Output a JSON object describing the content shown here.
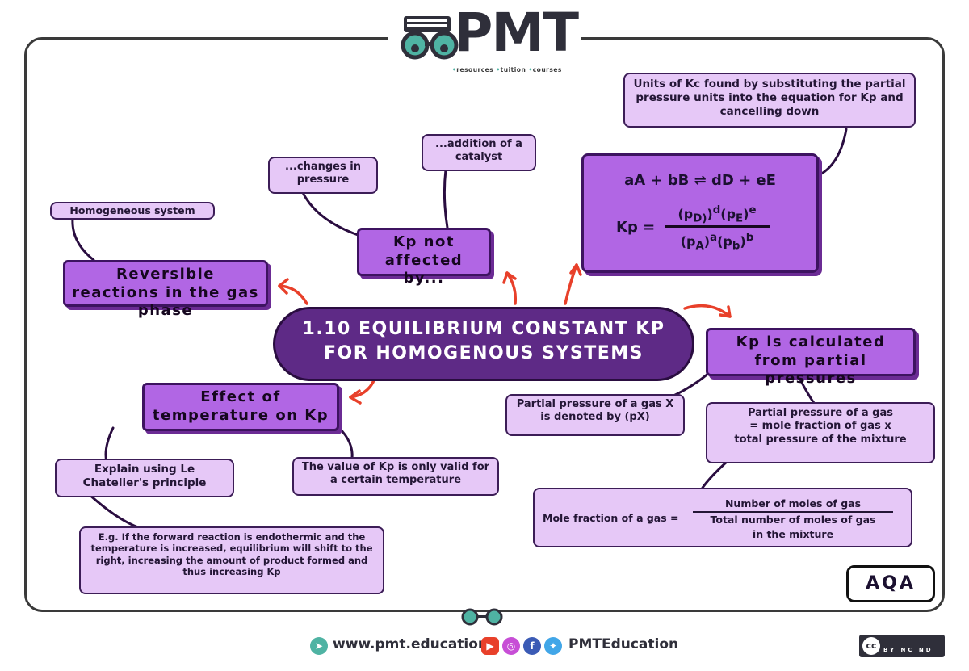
{
  "logo": {
    "text": "PMT",
    "tag_parts": [
      "resources",
      "tuition",
      "courses"
    ]
  },
  "center": {
    "line1": "1.10 EQUILIBRIUM CONSTANT KP",
    "line2": "FOR HOMOGENOUS SYSTEMS"
  },
  "reversible": {
    "title": "Reversible reactions in the gas phase",
    "note": "Homogeneous system"
  },
  "not_affected": {
    "title": "Kp not affected by...",
    "item1": "...changes in pressure",
    "item2": "...addition of a catalyst"
  },
  "units_note": "Units of Kc found by substituting the partial pressure units into the equation for Kp and cancelling down",
  "equation": {
    "reaction": "aA + bB ⇌ dD + eE",
    "kp_label": "Kp =",
    "numerator": "(pD)d(pE)e",
    "denominator": "(pA)a(pB)b"
  },
  "calculated": {
    "title": "Kp is calculated from partial pressures",
    "denoted": "Partial pressure of a gas X is denoted by (pX)",
    "formula_line1": "Partial pressure of a gas",
    "formula_line2": "= mole fraction of gas x",
    "formula_line3": "total pressure of the mixture",
    "mole_label": "Mole fraction of a gas =",
    "mole_num": "Number of moles of gas",
    "mole_den1": "Total number of moles of gas",
    "mole_den2": "in the mixture"
  },
  "temperature": {
    "title": "Effect of temperature on Kp",
    "explain": "Explain using Le Chatelier's principle",
    "valid": "The value of Kp is only valid for a certain temperature",
    "example": "E.g. If the forward reaction is endothermic and the temperature is increased, equilibrium will shift to the right, increasing the amount of product formed and thus increasing Kp"
  },
  "board": "AQA",
  "footer": {
    "website": "www.pmt.education",
    "social": "PMTEducation",
    "license": "BY NC ND"
  },
  "colors": {
    "dark_purple": "#5e2a86",
    "mid_purple": "#b166e4",
    "light_purple": "#e6c8f7",
    "arrow_red": "#e8402a"
  },
  "icons": [
    "glasses-icon",
    "cursor-icon",
    "youtube-icon",
    "instagram-icon",
    "facebook-icon",
    "twitter-icon",
    "cc-license-icon"
  ]
}
